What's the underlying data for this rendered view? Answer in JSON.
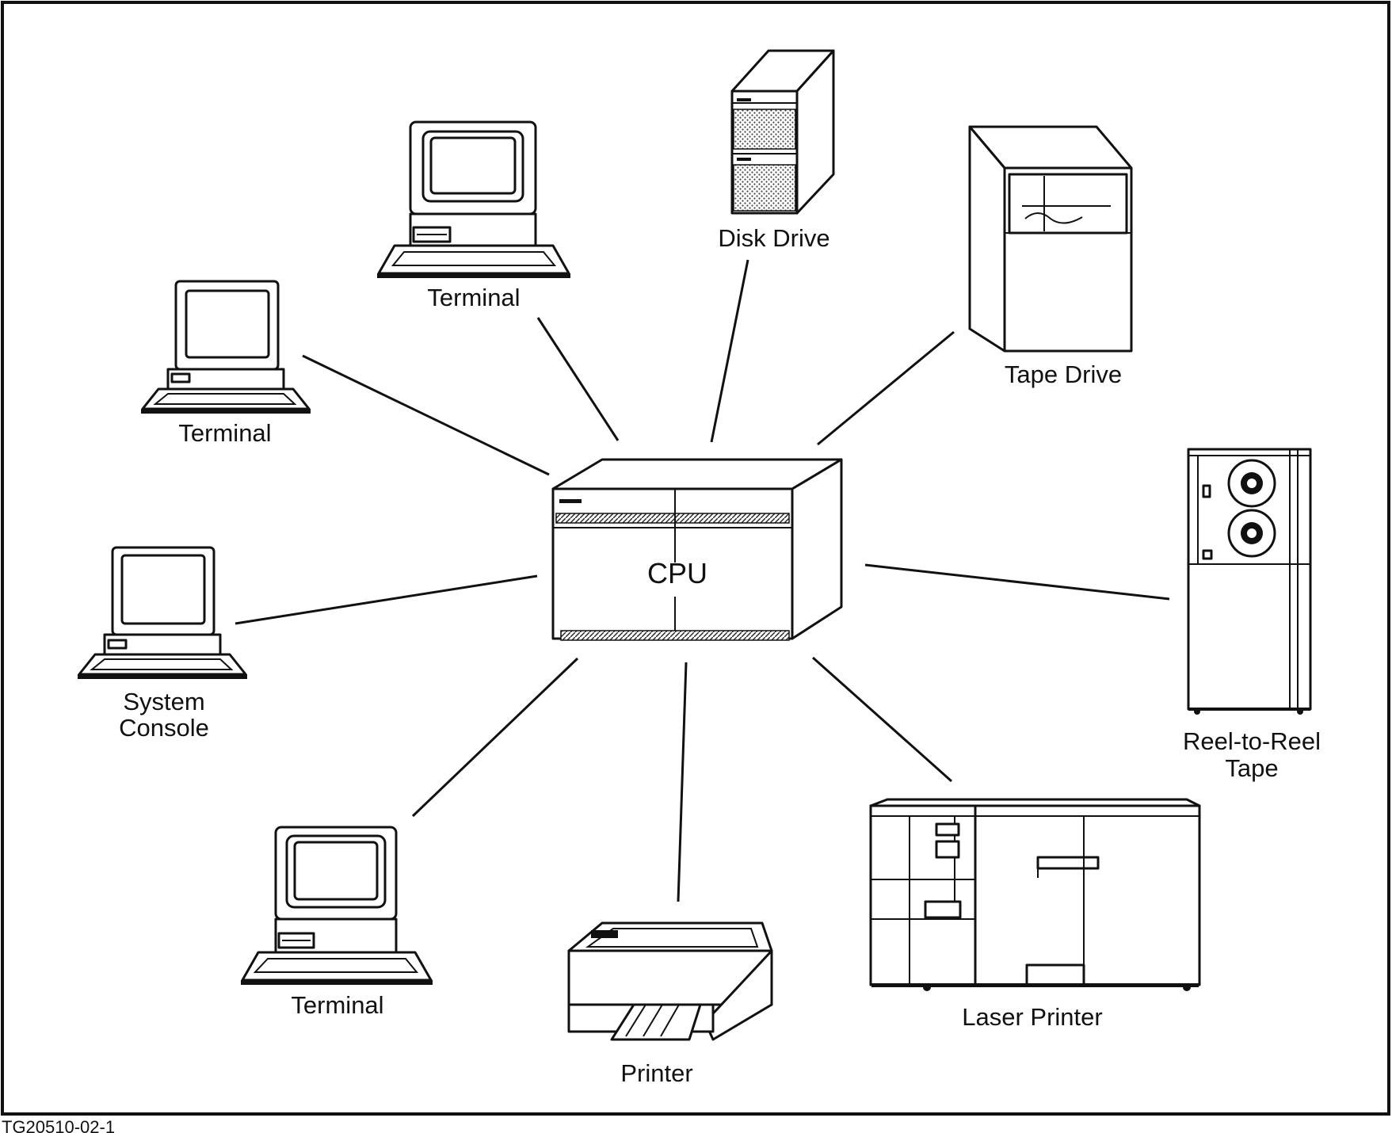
{
  "figure_id": "TG20510-02-1",
  "center": {
    "label": "CPU"
  },
  "devices": {
    "terminal_top": "Terminal",
    "terminal_left": "Terminal",
    "system_console": [
      "System",
      "Console"
    ],
    "terminal_bottom": "Terminal",
    "printer": "Printer",
    "laser_printer": "Laser Printer",
    "reel_to_reel": [
      "Reel-to-Reel",
      "Tape"
    ],
    "tape_drive": "Tape Drive",
    "disk_drive": "Disk Drive"
  }
}
